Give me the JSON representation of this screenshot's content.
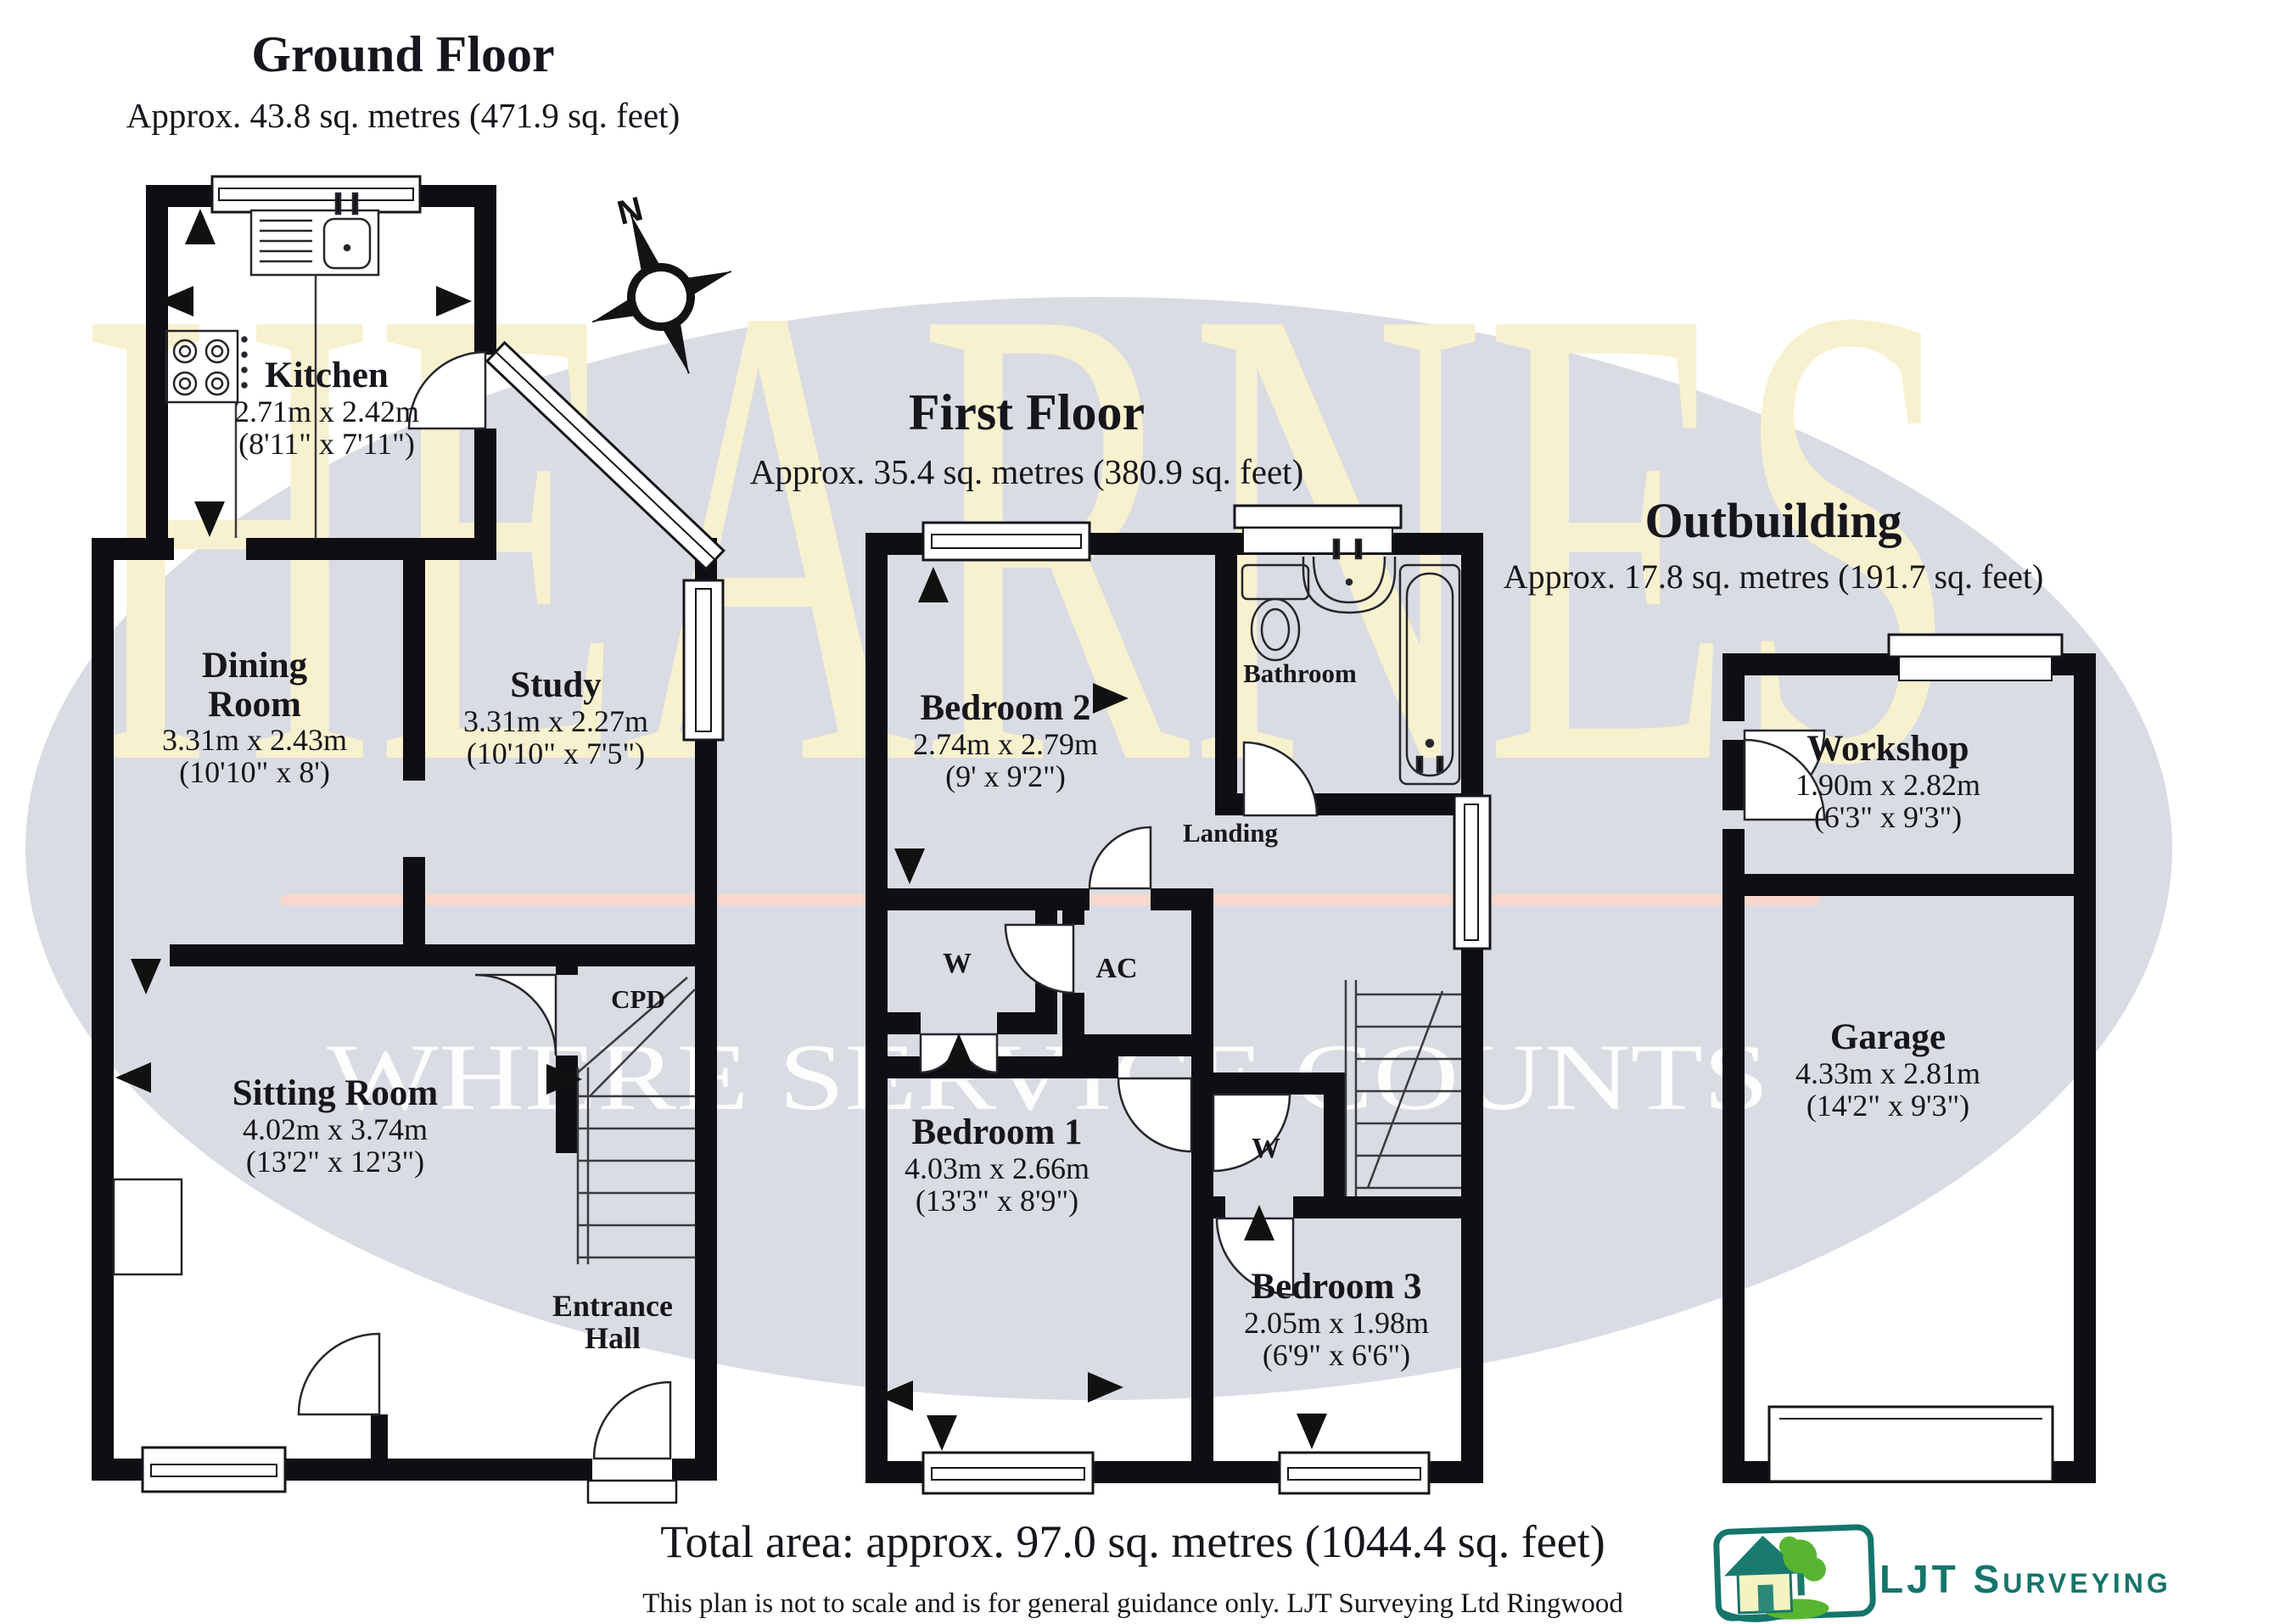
{
  "watermark": {
    "name": "HEARNES",
    "tagline": "WHERE SERVICE COUNTS"
  },
  "compass": {
    "label": "N"
  },
  "ground_floor": {
    "title": "Ground Floor",
    "area": "Approx. 43.8 sq. metres (471.9 sq. feet)",
    "rooms": {
      "kitchen": {
        "name": "Kitchen",
        "metric": "2.71m x 2.42m",
        "imperial": "(8'11\" x 7'11\")"
      },
      "dining_room": {
        "name": "Dining Room",
        "metric": "3.31m x 2.43m",
        "imperial": "(10'10\" x 8')"
      },
      "study": {
        "name": "Study",
        "metric": "3.31m x 2.27m",
        "imperial": "(10'10\" x 7'5\")"
      },
      "sitting_room": {
        "name": "Sitting Room",
        "metric": "4.02m x 3.74m",
        "imperial": "(13'2\" x 12'3\")"
      },
      "cpd": {
        "name": "CPD"
      },
      "entrance_hall": {
        "name": "Entrance Hall"
      }
    }
  },
  "first_floor": {
    "title": "First Floor",
    "area": "Approx. 35.4 sq. metres (380.9 sq. feet)",
    "rooms": {
      "bedroom2": {
        "name": "Bedroom 2",
        "metric": "2.74m x 2.79m",
        "imperial": "(9' x 9'2\")"
      },
      "bathroom": {
        "name": "Bathroom"
      },
      "landing": {
        "name": "Landing"
      },
      "wardrobe1": {
        "name": "W"
      },
      "ac": {
        "name": "AC"
      },
      "bedroom1": {
        "name": "Bedroom 1",
        "metric": "4.03m x 2.66m",
        "imperial": "(13'3\" x 8'9\")"
      },
      "bedroom3": {
        "name": "Bedroom 3",
        "metric": "2.05m x 1.98m",
        "imperial": "(6'9\" x 6'6\")"
      },
      "wardrobe2": {
        "name": "W"
      }
    }
  },
  "outbuilding": {
    "title": "Outbuilding",
    "area": "Approx. 17.8 sq. metres (191.7 sq. feet)",
    "rooms": {
      "workshop": {
        "name": "Workshop",
        "metric": "1.90m x 2.82m",
        "imperial": "(6'3\" x 9'3\")"
      },
      "garage": {
        "name": "Garage",
        "metric": "4.33m x 2.81m",
        "imperial": "(14'2\" x 9'3\")"
      }
    }
  },
  "footer": {
    "total_area": "Total area: approx. 97.0 sq. metres (1044.4 sq. feet)",
    "disclaimer": "This plan is not to scale and is for general guidance only. LJT Surveying Ltd Ringwood"
  },
  "logo": {
    "text": "LJT Surveying"
  }
}
